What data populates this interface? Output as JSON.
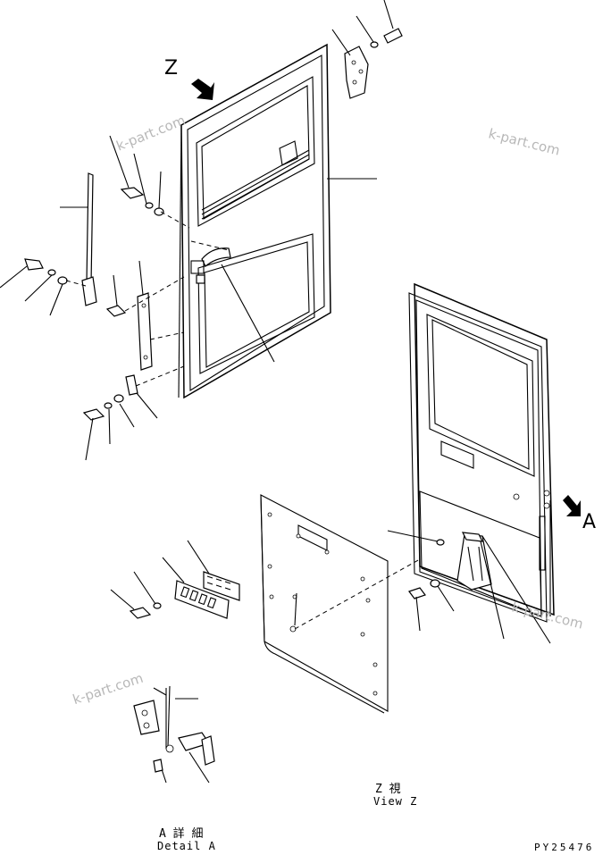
{
  "labels": {
    "view_arrow_z": "Z",
    "view_arrow_a": "A",
    "view_z_jp": "Z  視",
    "view_z_en": "View Z",
    "detail_a_jp": "A 詳 細",
    "detail_a_en": "Detail A",
    "drawing_no": "PY25476"
  },
  "watermarks": [
    "k-part.com",
    "k-part.com",
    "k-part.com",
    "k-part.com"
  ],
  "colors": {
    "line": "#000000",
    "watermark": "#b8b8b8",
    "background": "#ffffff"
  }
}
